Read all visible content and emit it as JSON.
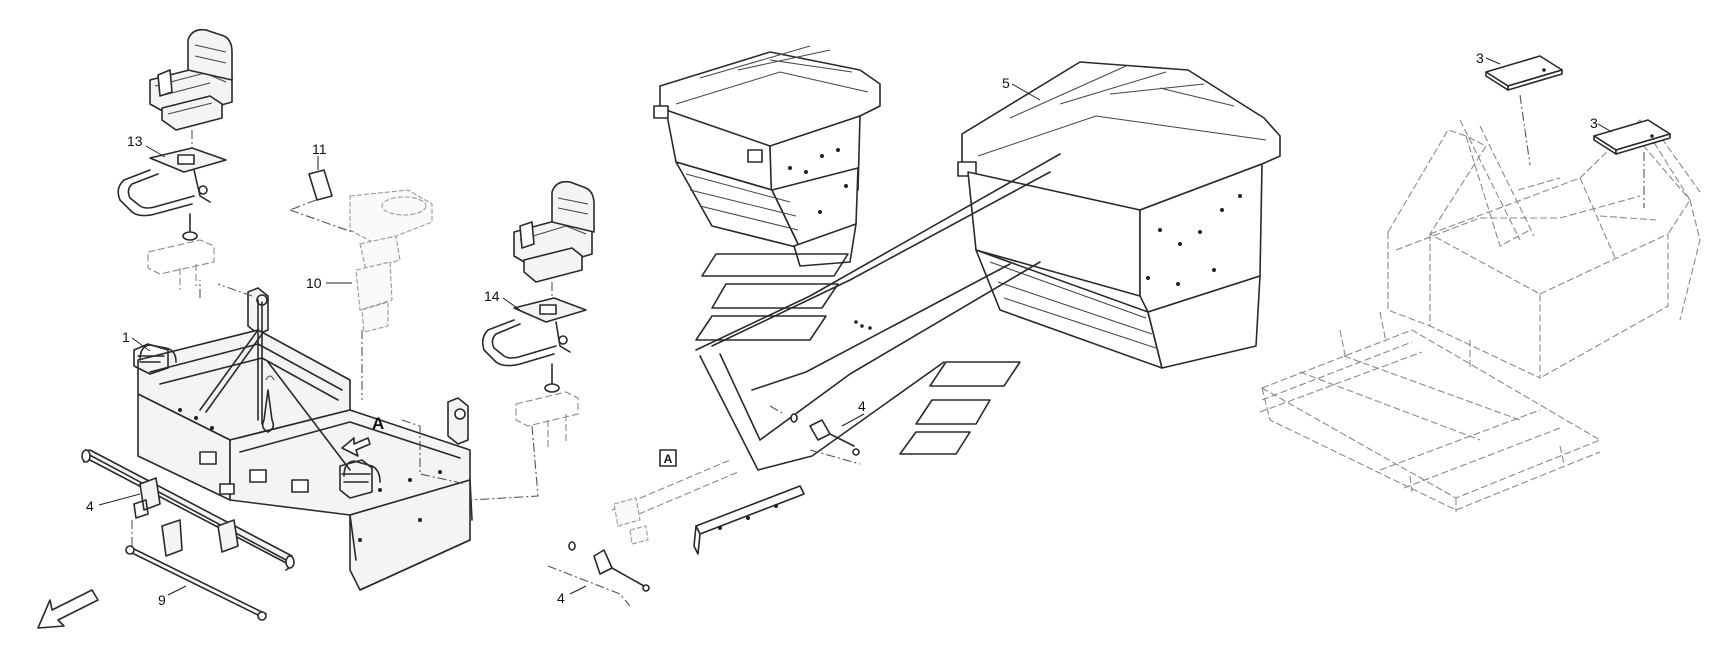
{
  "callouts": {
    "seat_frame": "1",
    "cover_panel_a": "3",
    "cover_panel_b": "3",
    "pin_left": "4",
    "pin_bottom": "4",
    "pin_middle": "4",
    "console_box": "5",
    "bar_9": "9",
    "steering_10": "10",
    "plate_11": "11",
    "seat_13": "13",
    "seat_14": "14"
  },
  "view_arrow_label": "A",
  "view_box_label": "A",
  "icons": [
    "direction-arrow-icon",
    "view-arrow-icon"
  ]
}
